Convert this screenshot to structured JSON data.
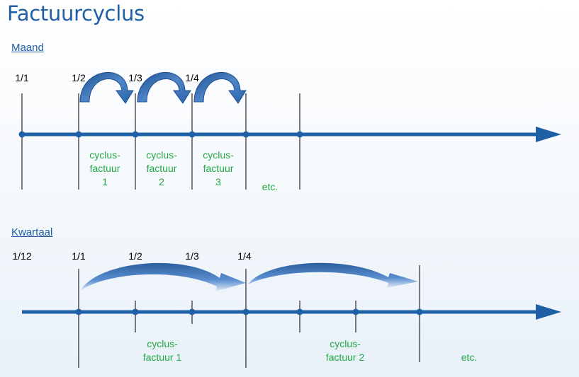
{
  "title": "Factuurcyclus",
  "maand": {
    "label": "Maand",
    "dates": [
      "1/1",
      "1/2",
      "1/3",
      "1/4"
    ],
    "cycles": [
      {
        "line1": "cyclus-",
        "line2": "factuur",
        "line3": "1"
      },
      {
        "line1": "cyclus-",
        "line2": "factuur",
        "line3": "2"
      },
      {
        "line1": "cyclus-",
        "line2": "factuur",
        "line3": "3"
      }
    ],
    "etc": "etc."
  },
  "kwartaal": {
    "label": "Kwartaal",
    "dates": [
      "1/12",
      "1/1",
      "1/2",
      "1/3",
      "1/4"
    ],
    "cycles": [
      {
        "line1": "cyclus-",
        "line2": "factuur 1"
      },
      {
        "line1": "cyclus-",
        "line2": "factuur 2"
      }
    ],
    "etc": "etc."
  },
  "colors": {
    "title": "#1f5fa8",
    "axis": "#1e5fa6",
    "arrow": "#3a72b8",
    "cycle_text": "#22a844"
  }
}
